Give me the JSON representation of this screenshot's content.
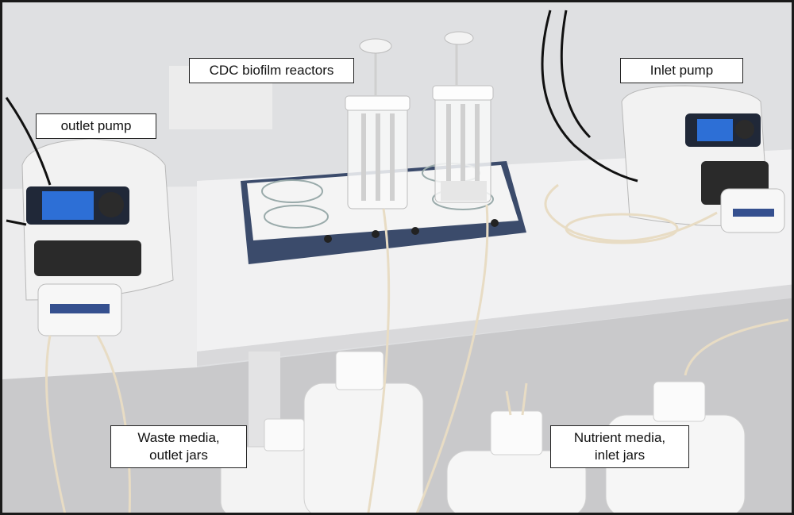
{
  "labels": {
    "cdc_reactors": "CDC biofilm reactors",
    "inlet_pump": "Inlet pump",
    "outlet_pump": "outlet pump",
    "waste_media_line1": "Waste media,",
    "waste_media_line2": "outlet jars",
    "nutrient_media_line1": "Nutrient media,",
    "nutrient_media_line2": "inlet jars"
  },
  "colors": {
    "wall": "#e6e6e6",
    "bench": "#eeeeee",
    "pump_body": "#f2f2f2",
    "pump_screen": "#2d6fd6",
    "stirrer_plate": "#f4f4f4",
    "stirrer_base": "#3b4b6b"
  }
}
